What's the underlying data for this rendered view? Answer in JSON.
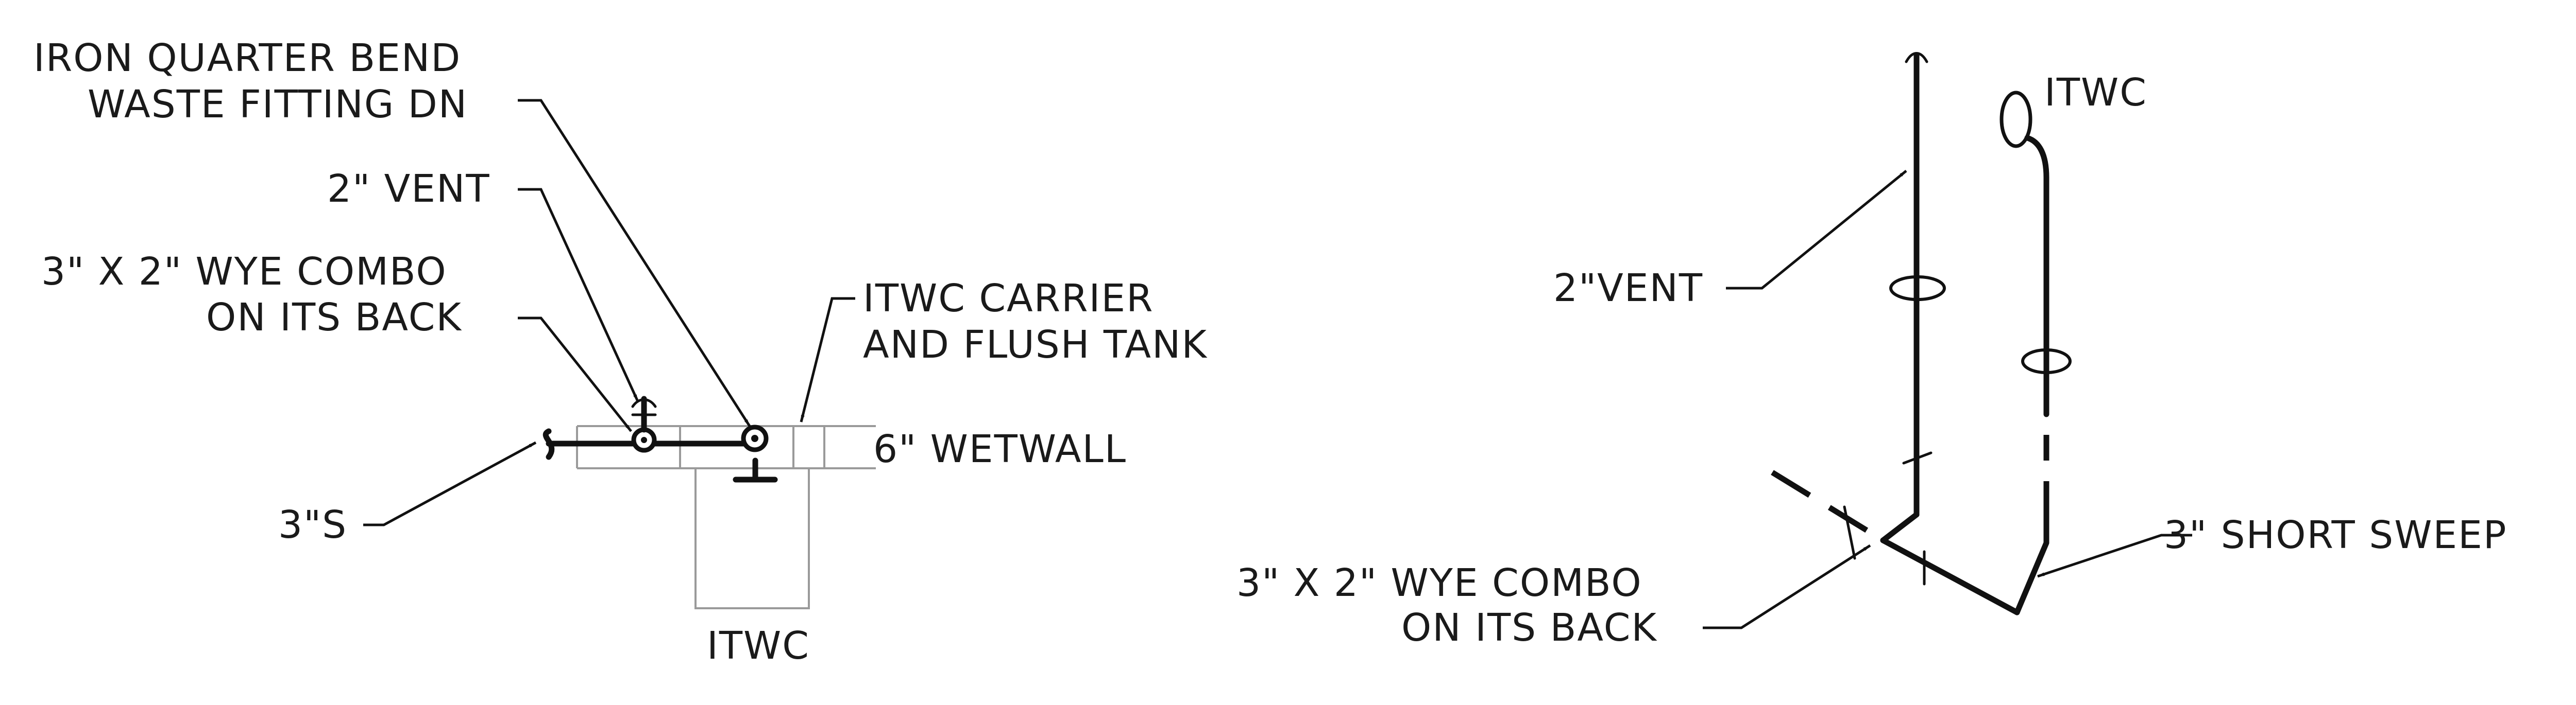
{
  "plan_view": {
    "labels": {
      "quarter_bend_line1": "IRON QUARTER BEND",
      "quarter_bend_line2": "WASTE FITTING DN",
      "vent": "2\" VENT",
      "wye_line1": "3\" X 2\" WYE COMBO",
      "wye_line2": "ON ITS BACK",
      "carrier_line1": "ITWC CARRIER",
      "carrier_line2": "AND FLUSH TANK",
      "wetwall": "6\" WETWALL",
      "waste_line": "3\"S",
      "fixture": "ITWC"
    }
  },
  "isometric_view": {
    "labels": {
      "fixture": "ITWC",
      "vent": "2\"VENT",
      "wye_line1": "3\" X 2\" WYE COMBO",
      "wye_line2": "ON ITS BACK",
      "sweep": "3\" SHORT SWEEP"
    }
  }
}
